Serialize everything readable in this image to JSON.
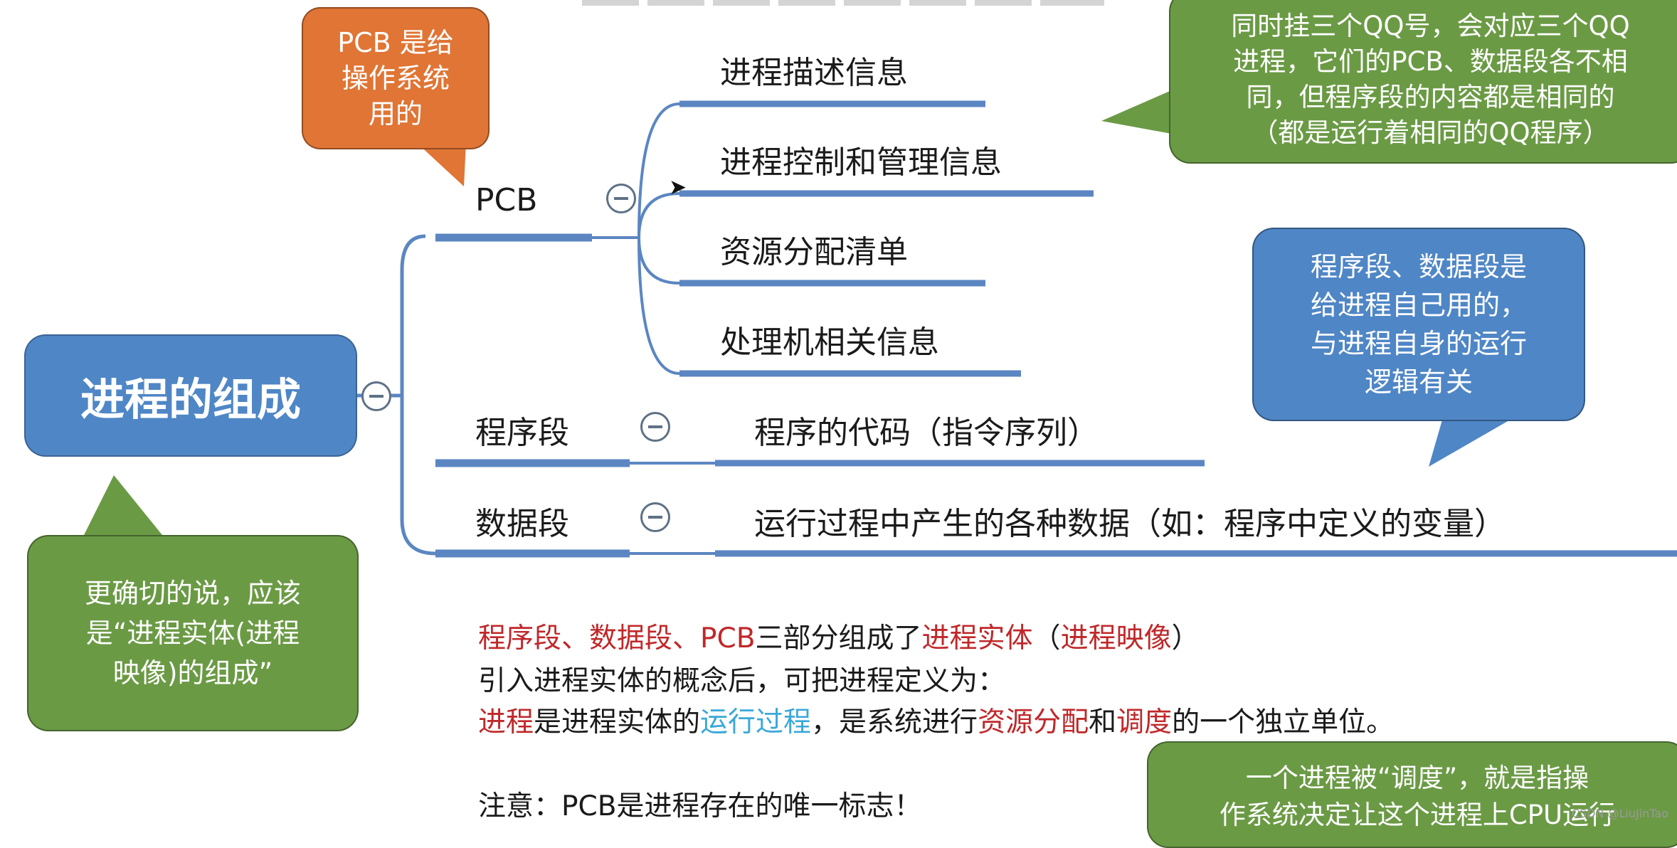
{
  "colors": {
    "branch_line": "#5b86c2",
    "root_fill": "#4f86c6",
    "orange_bubble": "#e07535",
    "green_bubble": "#6b9a45",
    "blue_bubble": "#4f86c6",
    "highlight_red": "#c0282a",
    "highlight_blue": "#3aa8d8"
  },
  "root": {
    "label": "进程的组成"
  },
  "branches": {
    "pcb": {
      "label": "PCB",
      "children": [
        "进程描述信息",
        "进程控制和管理信息",
        "资源分配清单",
        "处理机相关信息"
      ]
    },
    "program": {
      "label": "程序段",
      "child": "程序的代码（指令序列）"
    },
    "data": {
      "label": "数据段",
      "child": "运行过程中产生的各种数据（如：程序中定义的变量）"
    }
  },
  "callouts": {
    "pcb_owner": [
      "PCB 是给",
      "操作系统",
      "用的"
    ],
    "qq": [
      "同时挂三个QQ号，会对应三个QQ",
      "进程，它们的PCB、数据段各不相",
      "同，但程序段的内容都是相同的",
      "（都是运行着相同的QQ程序）"
    ],
    "segments": [
      "程序段、数据段是",
      "给进程自己用的，",
      "与进程自身的运行",
      "逻辑有关"
    ],
    "entity": [
      "更确切的说，应该",
      "是“进程实体(进程",
      "映像)的组成”"
    ],
    "dispatch": [
      "一个进程被“调度”，就是指操",
      "作系统决定让这个进程上CPU运行"
    ]
  },
  "notes": {
    "line1": {
      "red1": "程序段、数据段、PCB",
      "plain1": "三部分组成了",
      "red2": "进程实体",
      "plain2": "（",
      "red3": "进程映像",
      "plain3": "）"
    },
    "line2": "引入进程实体的概念后，可把进程定义为：",
    "line3": {
      "red1": "进程",
      "plain1": "是进程实体的",
      "blue1": "运行过程",
      "plain2": "，是系统进行",
      "red2": "资源分配",
      "plain3": "和",
      "red3": "调度",
      "plain4": "的一个独立单位。"
    },
    "line4": "注意：PCB是进程存在的唯一标志！"
  },
  "watermark": "CSDN @LiuJinTao"
}
